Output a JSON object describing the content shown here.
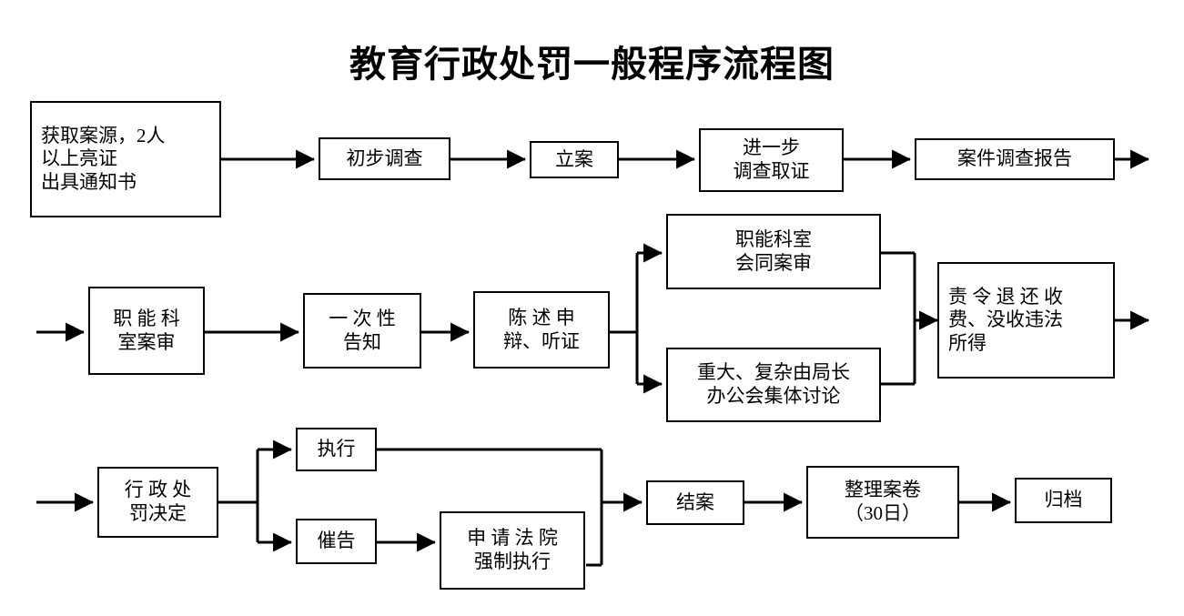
{
  "title": "教育行政处罚一般程序流程图",
  "colors": {
    "background": "#ffffff",
    "stroke": "#000000",
    "text": "#000000"
  },
  "chart_data": {
    "type": "flowchart",
    "title": "教育行政处罚一般程序流程图",
    "rows": 3,
    "nodes": [
      {
        "id": "n1",
        "label": "获取案源，2人以上亮证出具通知书",
        "lines": [
          "获取案源，2人",
          "以上亮证",
          "出具通知书"
        ],
        "row": 1
      },
      {
        "id": "n2",
        "label": "初步调查",
        "lines": [
          "初步调查"
        ],
        "row": 1
      },
      {
        "id": "n3",
        "label": "立案",
        "lines": [
          "立案"
        ],
        "row": 1
      },
      {
        "id": "n4",
        "label": "进一步调查取证",
        "lines": [
          "进一步",
          "调查取证"
        ],
        "row": 1
      },
      {
        "id": "n5",
        "label": "案件调查报告",
        "lines": [
          "案件调查报告"
        ],
        "row": 1
      },
      {
        "id": "n6",
        "label": "职能科室案审",
        "lines": [
          "职 能 科",
          "室案审"
        ],
        "row": 2
      },
      {
        "id": "n7",
        "label": "一次性告知",
        "lines": [
          "一 次 性",
          "告知"
        ],
        "row": 2
      },
      {
        "id": "n8",
        "label": "陈述申辩、听证",
        "lines": [
          "陈 述 申",
          "辩、听证"
        ],
        "row": 2
      },
      {
        "id": "n9",
        "label": "职能科室会同案审",
        "lines": [
          "职能科室",
          "会同案审"
        ],
        "row": 2
      },
      {
        "id": "n10",
        "label": "重大、复杂由局长办公会集体讨论",
        "lines": [
          "重大、复杂由局长",
          "办公会集体讨论"
        ],
        "row": 2
      },
      {
        "id": "n11",
        "label": "责令退还收费、没收违法所得",
        "lines": [
          "责 令 退 还 收",
          "费、没收违法",
          "所得"
        ],
        "row": 2
      },
      {
        "id": "n12",
        "label": "行政处罚决定",
        "lines": [
          "行 政 处",
          "罚决定"
        ],
        "row": 3
      },
      {
        "id": "n13",
        "label": "执行",
        "lines": [
          "执行"
        ],
        "row": 3
      },
      {
        "id": "n14",
        "label": "催告",
        "lines": [
          "催告"
        ],
        "row": 3
      },
      {
        "id": "n15",
        "label": "申请法院强制执行",
        "lines": [
          "申 请 法 院",
          "强制执行"
        ],
        "row": 3
      },
      {
        "id": "n16",
        "label": "结案",
        "lines": [
          "结案"
        ],
        "row": 3
      },
      {
        "id": "n17",
        "label": "整理案卷（30日）",
        "lines": [
          "整理案卷",
          "（30日）"
        ],
        "row": 3
      },
      {
        "id": "n18",
        "label": "归档",
        "lines": [
          "归档"
        ],
        "row": 3
      }
    ],
    "edges": [
      {
        "from": "n1",
        "to": "n2"
      },
      {
        "from": "n2",
        "to": "n3"
      },
      {
        "from": "n3",
        "to": "n4"
      },
      {
        "from": "n4",
        "to": "n5"
      },
      {
        "from": "n5",
        "to": "row1-exit"
      },
      {
        "from": "row2-entry",
        "to": "n6"
      },
      {
        "from": "n6",
        "to": "n7"
      },
      {
        "from": "n7",
        "to": "n8"
      },
      {
        "from": "n8",
        "to": "n9"
      },
      {
        "from": "n8",
        "to": "n10"
      },
      {
        "from": "n9",
        "to": "n11"
      },
      {
        "from": "n10",
        "to": "n11"
      },
      {
        "from": "n11",
        "to": "row2-exit"
      },
      {
        "from": "row3-entry",
        "to": "n12"
      },
      {
        "from": "n12",
        "to": "n13"
      },
      {
        "from": "n12",
        "to": "n14"
      },
      {
        "from": "n14",
        "to": "n15"
      },
      {
        "from": "n13",
        "to": "n16"
      },
      {
        "from": "n15",
        "to": "n16"
      },
      {
        "from": "n16",
        "to": "n17"
      },
      {
        "from": "n17",
        "to": "n18"
      }
    ]
  }
}
